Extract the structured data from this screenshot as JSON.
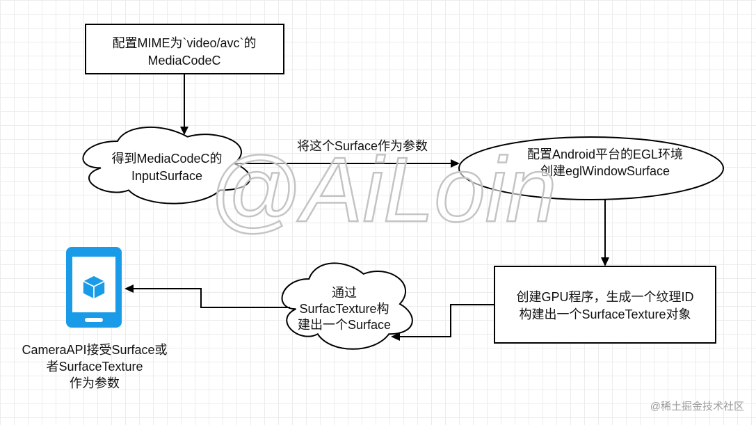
{
  "nodes": [
    {
      "lines": [
        "配置MIME为`video/avc`的",
        "MediaCodeC"
      ]
    },
    {
      "lines": [
        "得到MediaCodeC的",
        "InputSurface"
      ]
    },
    {
      "lines": [
        "配置Android平台的EGL环境",
        "创建eglWindowSurface"
      ]
    },
    {
      "lines": [
        "创建GPU程序，生成一个纹理ID",
        "构建出一个SurfaceTexture对象"
      ]
    },
    {
      "lines": [
        "通过",
        "SurfacTexture构",
        "建出一个Surface"
      ]
    },
    {
      "icon": "smartphone-cube-icon",
      "lines": [
        "CameraAPI接受Surface或",
        "者SurfaceTexture",
        "作为参数"
      ]
    }
  ],
  "edges": [
    {
      "from": 0,
      "to": 1
    },
    {
      "from": 1,
      "to": 2,
      "label": "将这个Surface作为参数"
    },
    {
      "from": 2,
      "to": 3
    },
    {
      "from": 3,
      "to": 4
    },
    {
      "from": 4,
      "to": 5
    }
  ],
  "watermark": "@AiLoin",
  "credit": "@稀土掘金技术社区",
  "colors": {
    "stroke": "#000000",
    "phone": "#1a9be8",
    "grid": "#ececec",
    "watermark": "#c4c4c4",
    "credit": "#9e9e9e"
  }
}
